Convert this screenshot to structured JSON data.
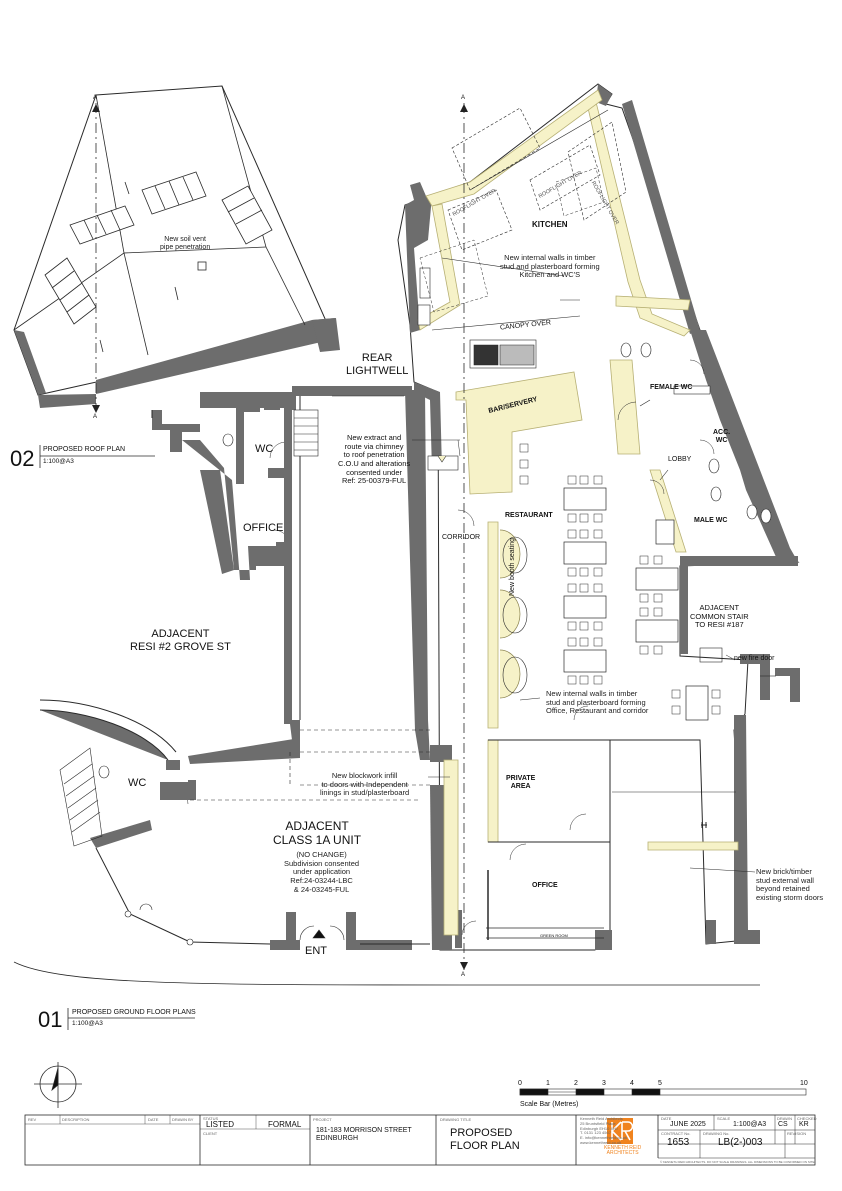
{
  "drawing": {
    "roof_plan": {
      "number": "02",
      "title": "PROPOSED ROOF PLAN",
      "scale": "1:100@A3"
    },
    "ground_plan": {
      "number": "01",
      "title": "PROPOSED GROUND FLOOR PLANS",
      "scale": "1:100@A3"
    },
    "section_marker": "A"
  },
  "rooms": {
    "rear_lightwell": "REAR\nLIGHTWELL",
    "kitchen": "KITCHEN",
    "canopy": "CANOPY OVER",
    "bar": "BAR/SERVERY",
    "restaurant": "RESTAURANT",
    "corridor": "CORRIDOR",
    "female_wc": "FEMALE WC",
    "acc_wc": "ACC.\nWC",
    "lobby": "LOBBY",
    "male_wc": "MALE WC",
    "wc_upper": "WC",
    "office_left": "OFFICE",
    "adjacent_resi": "ADJACENT\nRESI #2 GROVE ST",
    "wc_lower": "WC",
    "adjacent_class": "ADJACENT\nCLASS 1A UNIT",
    "private_area": "PRIVATE\nAREA",
    "office_right": "OFFICE",
    "adjacent_stair": "ADJACENT\nCOMMON STAIR\nTO RESI #187",
    "ent": "ENT",
    "booth": "New booth seating",
    "rooflight": "ROOFLIGHT OVER"
  },
  "notes": {
    "soil_vent": "New soil vent\npipe penetration",
    "internal_walls_kitchen": "New internal walls in timber\nstud and plasterboard forming\nKitchen and WC'S",
    "extract": "New extract and\nroute via chimney\nto roof penetration\nC.O.U and alterations\nconsented under\nRef: 25-00379-FUL",
    "internal_walls_office": "New internal walls in timber\nstud and plasterboard forming\nOffice, Restaurant and corridor",
    "fire_door": "new fire door",
    "blockwork": "New blockwork infill\nto doors with Independent\nlinings in stud/plasterboard",
    "no_change": "(NO CHANGE)\nSubdivision consented\nunder application\nRef:24-03244-LBC\n& 24-03245-FUL",
    "storm_doors": "New brick/timber\nstud external wall\nbeyond retained\nexisting storm doors",
    "green_room": "GREEN ROOM"
  },
  "scale_bar": {
    "labels": [
      "0",
      "1",
      "2",
      "3",
      "4",
      "5",
      "10"
    ],
    "caption": "Scale Bar (Metres)"
  },
  "title_block": {
    "rev_headers": [
      "REV",
      "DESCRIPTION",
      "DATE",
      "DRAWN BY",
      "STATUS"
    ],
    "listed_label": "LISTED",
    "status_value": "FORMAL",
    "client_label": "CLIENT",
    "project_label": "PROJECT",
    "address": "181-183 MORRISON STREET\nEDINBURGH",
    "drawing_title_label": "DRAWING TITLE",
    "drawing_title": "PROPOSED\nFLOOR PLAN",
    "office_address": "Kenneth Reid Architects\n25 Bruntsfield Place\nEdinburgh EH10 4HJ\nT. 0131 123 4567\nE. info@kennethreid.co.uk\nwww.kennethreid.co.uk",
    "logo_text": "KENNETH REID\nARCHITECTS",
    "date_label": "DATE",
    "date": "JUNE 2025",
    "scale_label": "SCALE",
    "scale": "1:100@A3",
    "drawn_label": "DRAWN",
    "drawn": "CS",
    "checked_label": "CHECKED",
    "checked": "KR",
    "job_label": "CONTRACT No.",
    "job": "1653",
    "drawing_no_label": "DRAWING No.",
    "drawing_no": "LB(2-)003",
    "revision_label": "REVISION",
    "footer": "© KENNETH REID ARCHITECTS. DO NOT SCALE DRAWINGS. ALL DIMENSIONS TO BE CONFIRMED ON SITE"
  },
  "colors": {
    "wall": "#6d6d6d",
    "new_wall": "#f6f2c8",
    "new_wall_stroke": "#b7b074",
    "line": "#2a2a2a",
    "logo": "#f0831e"
  }
}
